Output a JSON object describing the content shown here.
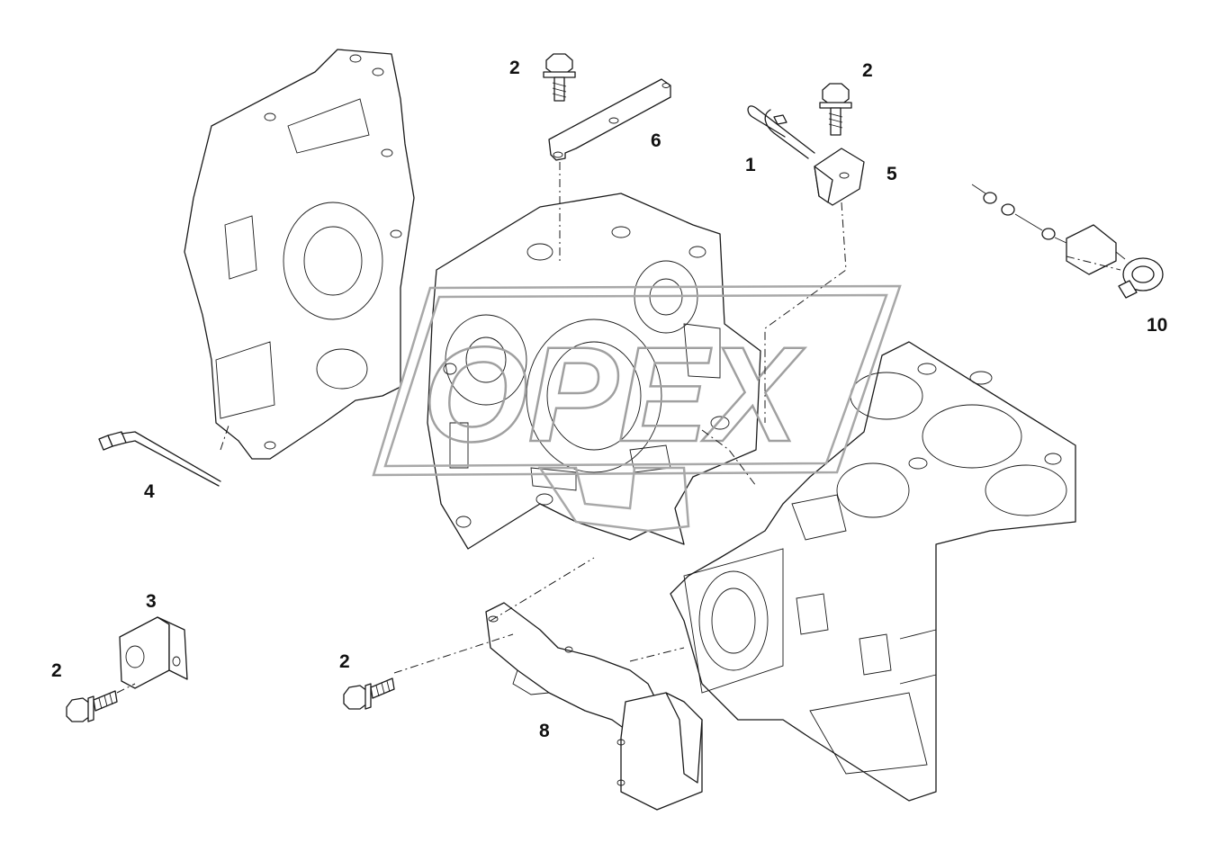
{
  "watermark": {
    "text": "OPEX"
  },
  "callouts": [
    {
      "id": "c1",
      "label": "1"
    },
    {
      "id": "c2a",
      "label": "2"
    },
    {
      "id": "c2b",
      "label": "2"
    },
    {
      "id": "c2c",
      "label": "2"
    },
    {
      "id": "c2d",
      "label": "2"
    },
    {
      "id": "c3",
      "label": "3"
    },
    {
      "id": "c4",
      "label": "4"
    },
    {
      "id": "c5",
      "label": "5"
    },
    {
      "id": "c6",
      "label": "6"
    },
    {
      "id": "c8",
      "label": "8"
    },
    {
      "id": "c10",
      "label": "10"
    }
  ],
  "colors": {
    "line": "#1a1a1a",
    "watermark": "#a8a8a8",
    "background": "#ffffff"
  }
}
